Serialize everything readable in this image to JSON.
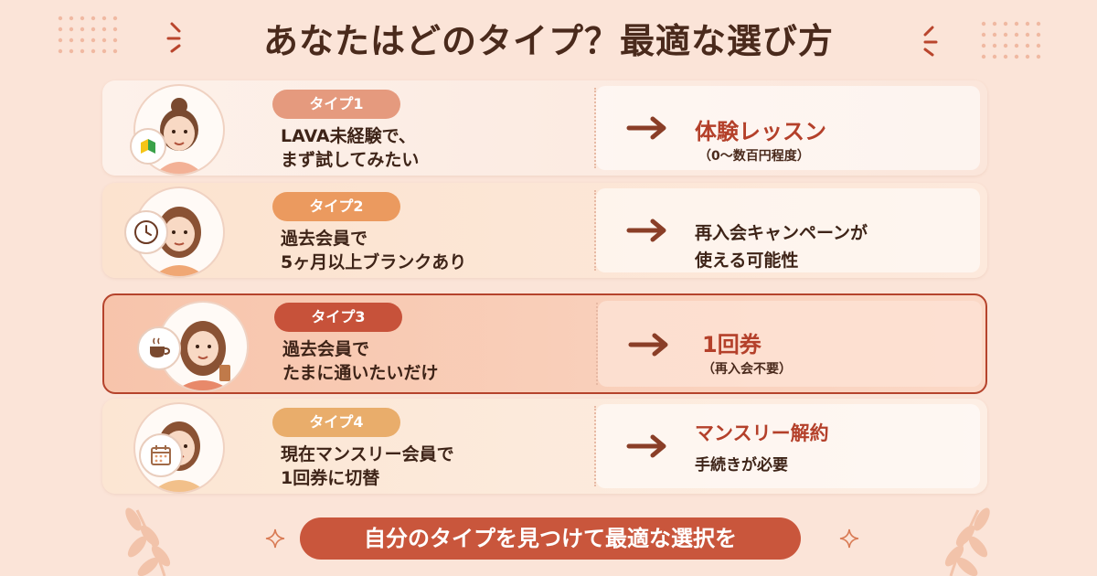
{
  "title": "あなたはどのタイプ？最適な選び方",
  "accent_color": "#c9563c",
  "types": [
    {
      "badge": "タイプ1",
      "line1": "LAVA未経験で、",
      "line2": "まず試してみたい",
      "result_main": "体験レッスン",
      "result_sub": "（0〜数百円程度）",
      "icon": "beginner-mark-icon"
    },
    {
      "badge": "タイプ2",
      "line1": "過去会員で",
      "line2": "5ヶ月以上ブランクあり",
      "result_main": "再入会キャンペーンが",
      "result_sub": "使える可能性",
      "icon": "clock-icon"
    },
    {
      "badge": "タイプ3",
      "line1": "過去会員で",
      "line2": "たまに通いたいだけ",
      "result_main": "1回券",
      "result_sub": "（再入会不要）",
      "icon": "coffee-cup-icon"
    },
    {
      "badge": "タイプ4",
      "line1": "現在マンスリー会員で",
      "line2": "1回券に切替",
      "result_main": "マンスリー解約",
      "result_sub": "手続きが必要",
      "icon": "calendar-icon"
    }
  ],
  "cta": "自分のタイプを見つけて最適な選択を"
}
